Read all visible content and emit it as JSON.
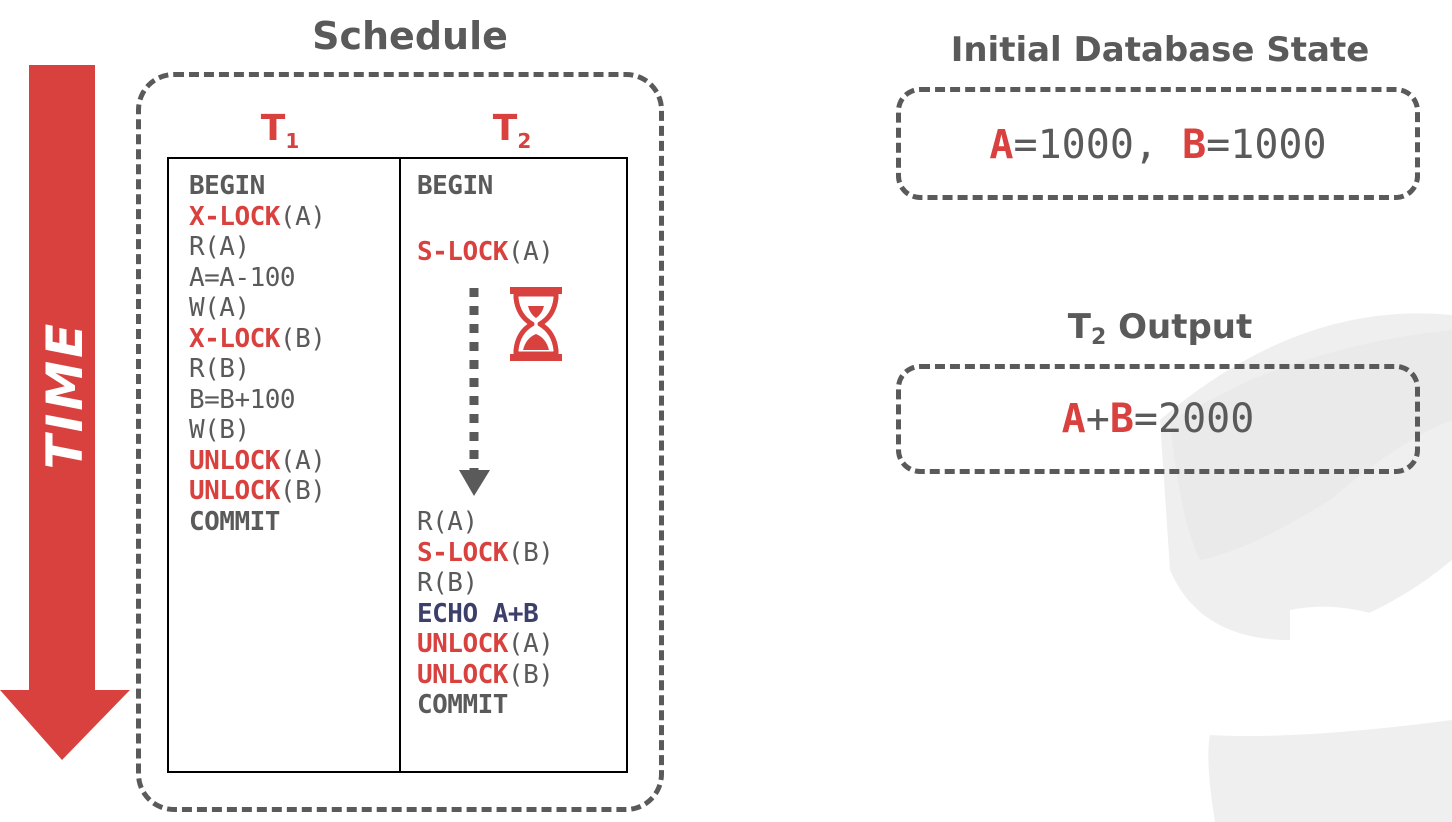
{
  "time_label": "TIME",
  "schedule": {
    "title": "Schedule",
    "t1": {
      "name": "T",
      "sub": "1"
    },
    "t2": {
      "name": "T",
      "sub": "2"
    },
    "t1_ops": [
      {
        "kw": "BEGIN",
        "kw_style": "dark-gray",
        "arg": ""
      },
      {
        "kw": "X-LOCK",
        "kw_style": "red",
        "arg": "(A)"
      },
      {
        "kw": "",
        "kw_style": "",
        "arg": "R(A)"
      },
      {
        "kw": "",
        "kw_style": "",
        "arg": "A=A-100"
      },
      {
        "kw": "",
        "kw_style": "",
        "arg": "W(A)"
      },
      {
        "kw": "X-LOCK",
        "kw_style": "red",
        "arg": "(B)"
      },
      {
        "kw": "",
        "kw_style": "",
        "arg": "R(B)"
      },
      {
        "kw": "",
        "kw_style": "",
        "arg": "B=B+100"
      },
      {
        "kw": "",
        "kw_style": "",
        "arg": "W(B)"
      },
      {
        "kw": "UNLOCK",
        "kw_style": "red",
        "arg": "(A)"
      },
      {
        "kw": "UNLOCK",
        "kw_style": "red",
        "arg": "(B)"
      },
      {
        "kw": "COMMIT",
        "kw_style": "dark-gray",
        "arg": ""
      }
    ],
    "t2_ops_top": [
      {
        "kw": "BEGIN",
        "kw_style": "dark-gray",
        "arg": ""
      },
      {
        "kw": "S-LOCK",
        "kw_style": "red",
        "arg": "(A)"
      }
    ],
    "t2_ops_bottom": [
      {
        "kw": "",
        "kw_style": "",
        "arg": "R(A)"
      },
      {
        "kw": "S-LOCK",
        "kw_style": "red",
        "arg": "(B)"
      },
      {
        "kw": "",
        "kw_style": "",
        "arg": "R(B)"
      },
      {
        "kw": "ECHO A+B",
        "kw_style": "navy",
        "arg": ""
      },
      {
        "kw": "UNLOCK",
        "kw_style": "red",
        "arg": "(A)"
      },
      {
        "kw": "UNLOCK",
        "kw_style": "red",
        "arg": "(B)"
      },
      {
        "kw": "COMMIT",
        "kw_style": "dark-gray",
        "arg": ""
      }
    ]
  },
  "initial_state": {
    "title": "Initial Database State",
    "a_name": "A",
    "a_value": "=1000, ",
    "b_name": "B",
    "b_value": "=1000"
  },
  "output": {
    "title_prefix": "T",
    "title_sub": "2",
    "title_suffix": " Output",
    "a_name": "A",
    "plus": "+",
    "b_name": "B",
    "value": "=2000"
  },
  "icons": {
    "wait": "hourglass-icon",
    "flow": "dotted-down-arrow-icon",
    "time": "time-arrow-icon",
    "background": "database-watermark-icon"
  },
  "colors": {
    "red": "#d9413f",
    "gray": "#5a5a5a",
    "navy": "#3d3f6b",
    "watermark": "#eeeeee"
  }
}
